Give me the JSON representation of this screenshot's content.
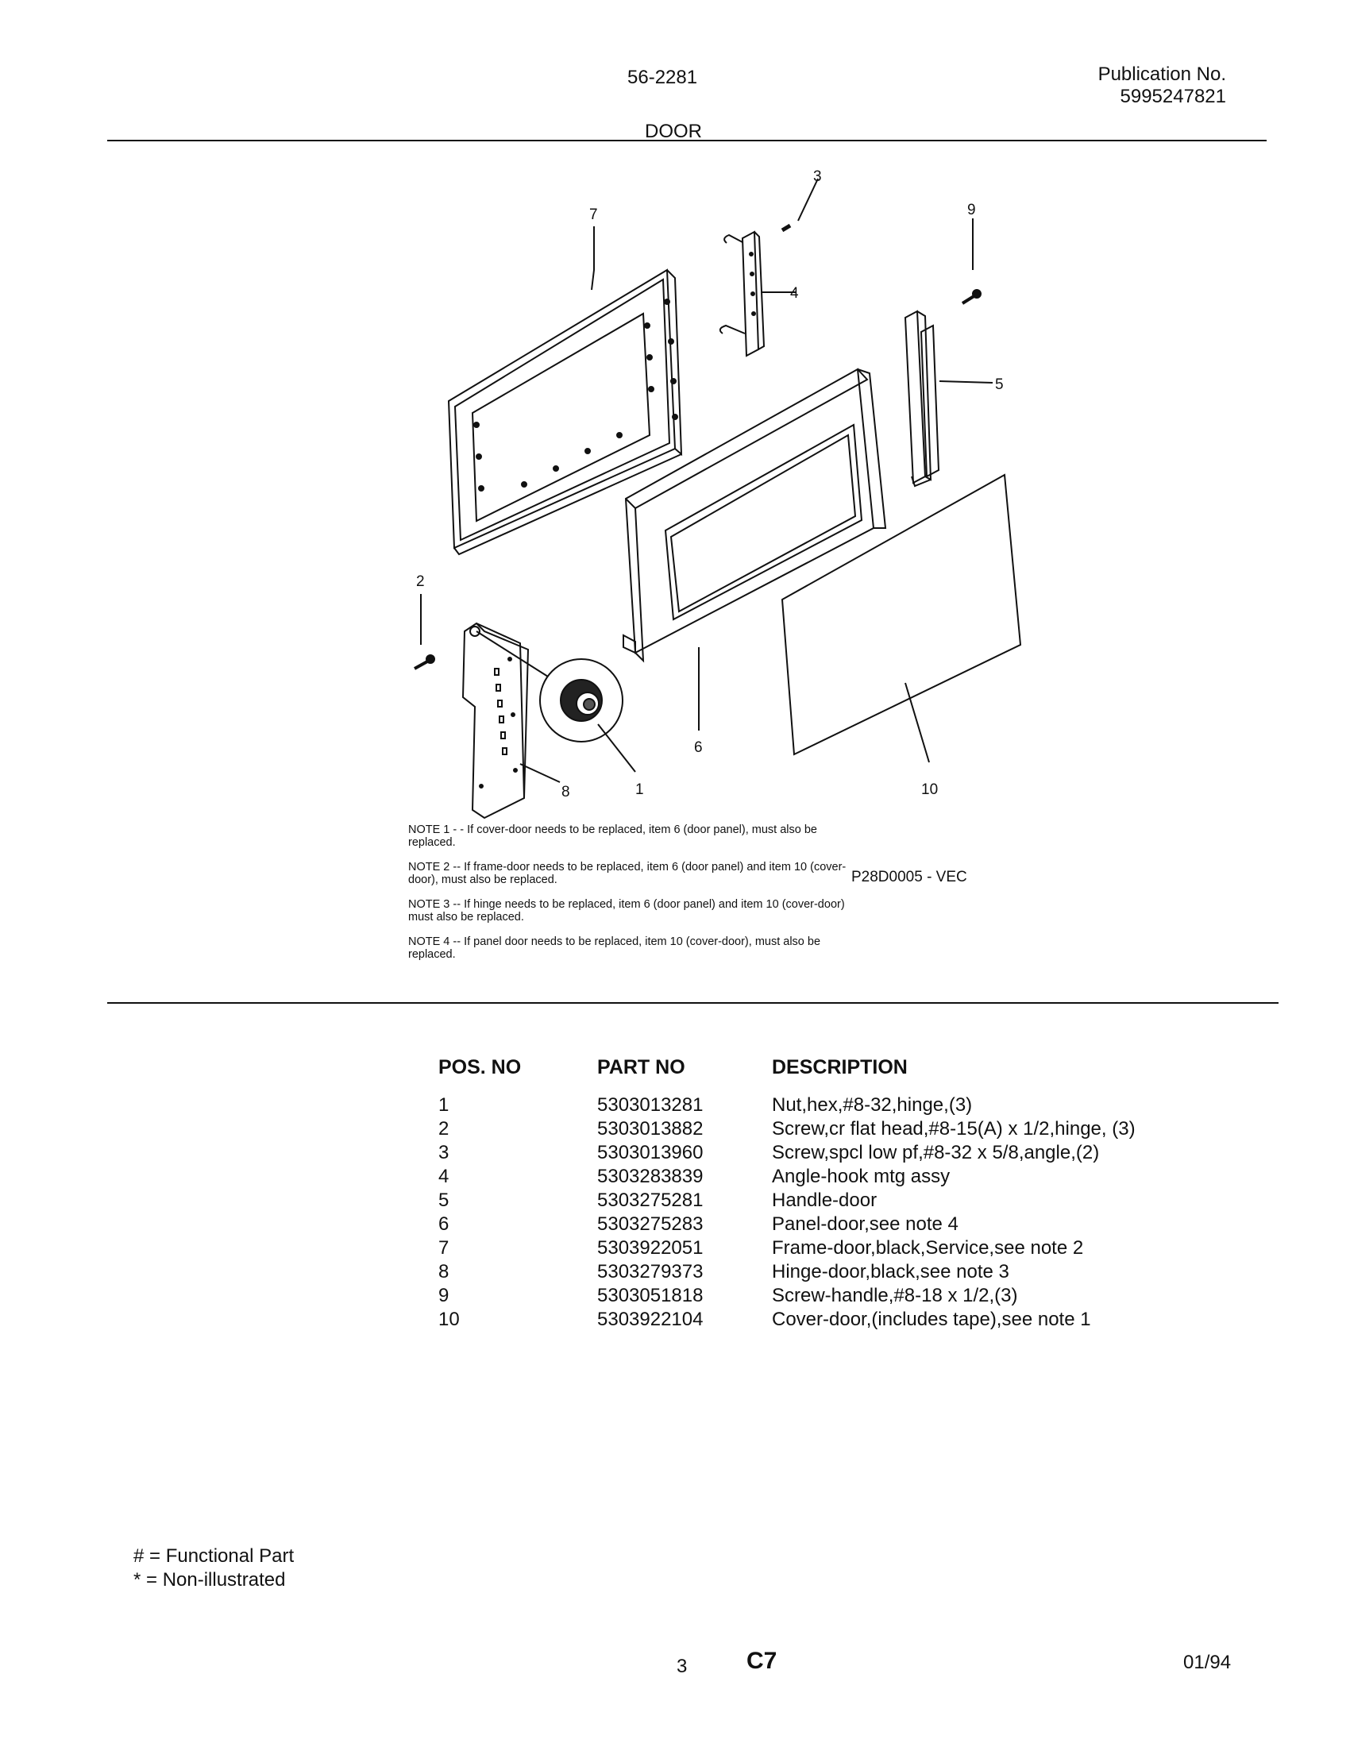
{
  "header": {
    "model": "56-2281",
    "publication_label": "Publication No.",
    "publication_number": "5995247821",
    "section_title": "DOOR"
  },
  "diagram": {
    "callouts": [
      "1",
      "2",
      "3",
      "4",
      "5",
      "6",
      "7",
      "8",
      "9",
      "10"
    ],
    "reference": "P28D0005 - VEC"
  },
  "notes": [
    "NOTE 1 - - If cover-door needs to be replaced, item 6 (door panel), must also be replaced.",
    "NOTE 2 -- If frame-door needs to be replaced, item 6 (door panel) and item 10 (cover-door), must also be replaced.",
    "NOTE 3 -- If hinge needs to be replaced, item 6 (door panel) and item 10 (cover-door) must also be replaced.",
    "NOTE 4 -- If panel door needs to be replaced, item 10 (cover-door), must also be replaced."
  ],
  "parts_table": {
    "headers": [
      "POS. NO",
      "PART NO",
      "DESCRIPTION"
    ],
    "rows": [
      [
        "1",
        "5303013281",
        "Nut,hex,#8-32,hinge,(3)"
      ],
      [
        "2",
        "5303013882",
        "Screw,cr flat head,#8-15(A) x 1/2,hinge, (3)"
      ],
      [
        "3",
        "5303013960",
        "Screw,spcl low pf,#8-32 x 5/8,angle,(2)"
      ],
      [
        "4",
        "5303283839",
        "Angle-hook mtg assy"
      ],
      [
        "5",
        "5303275281",
        "Handle-door"
      ],
      [
        "6",
        "5303275283",
        "Panel-door,see note 4"
      ],
      [
        "7",
        "5303922051",
        "Frame-door,black,Service,see note 2"
      ],
      [
        "8",
        "5303279373",
        "Hinge-door,black,see note 3"
      ],
      [
        "9",
        "5303051818",
        "Screw-handle,#8-18 x 1/2,(3)"
      ],
      [
        "10",
        "5303922104",
        "Cover-door,(includes tape),see note 1"
      ]
    ]
  },
  "legend": {
    "functional": "# = Functional Part",
    "non_illustrated": "* = Non-illustrated"
  },
  "footer": {
    "page": "3",
    "code": "C7",
    "date": "01/94"
  }
}
